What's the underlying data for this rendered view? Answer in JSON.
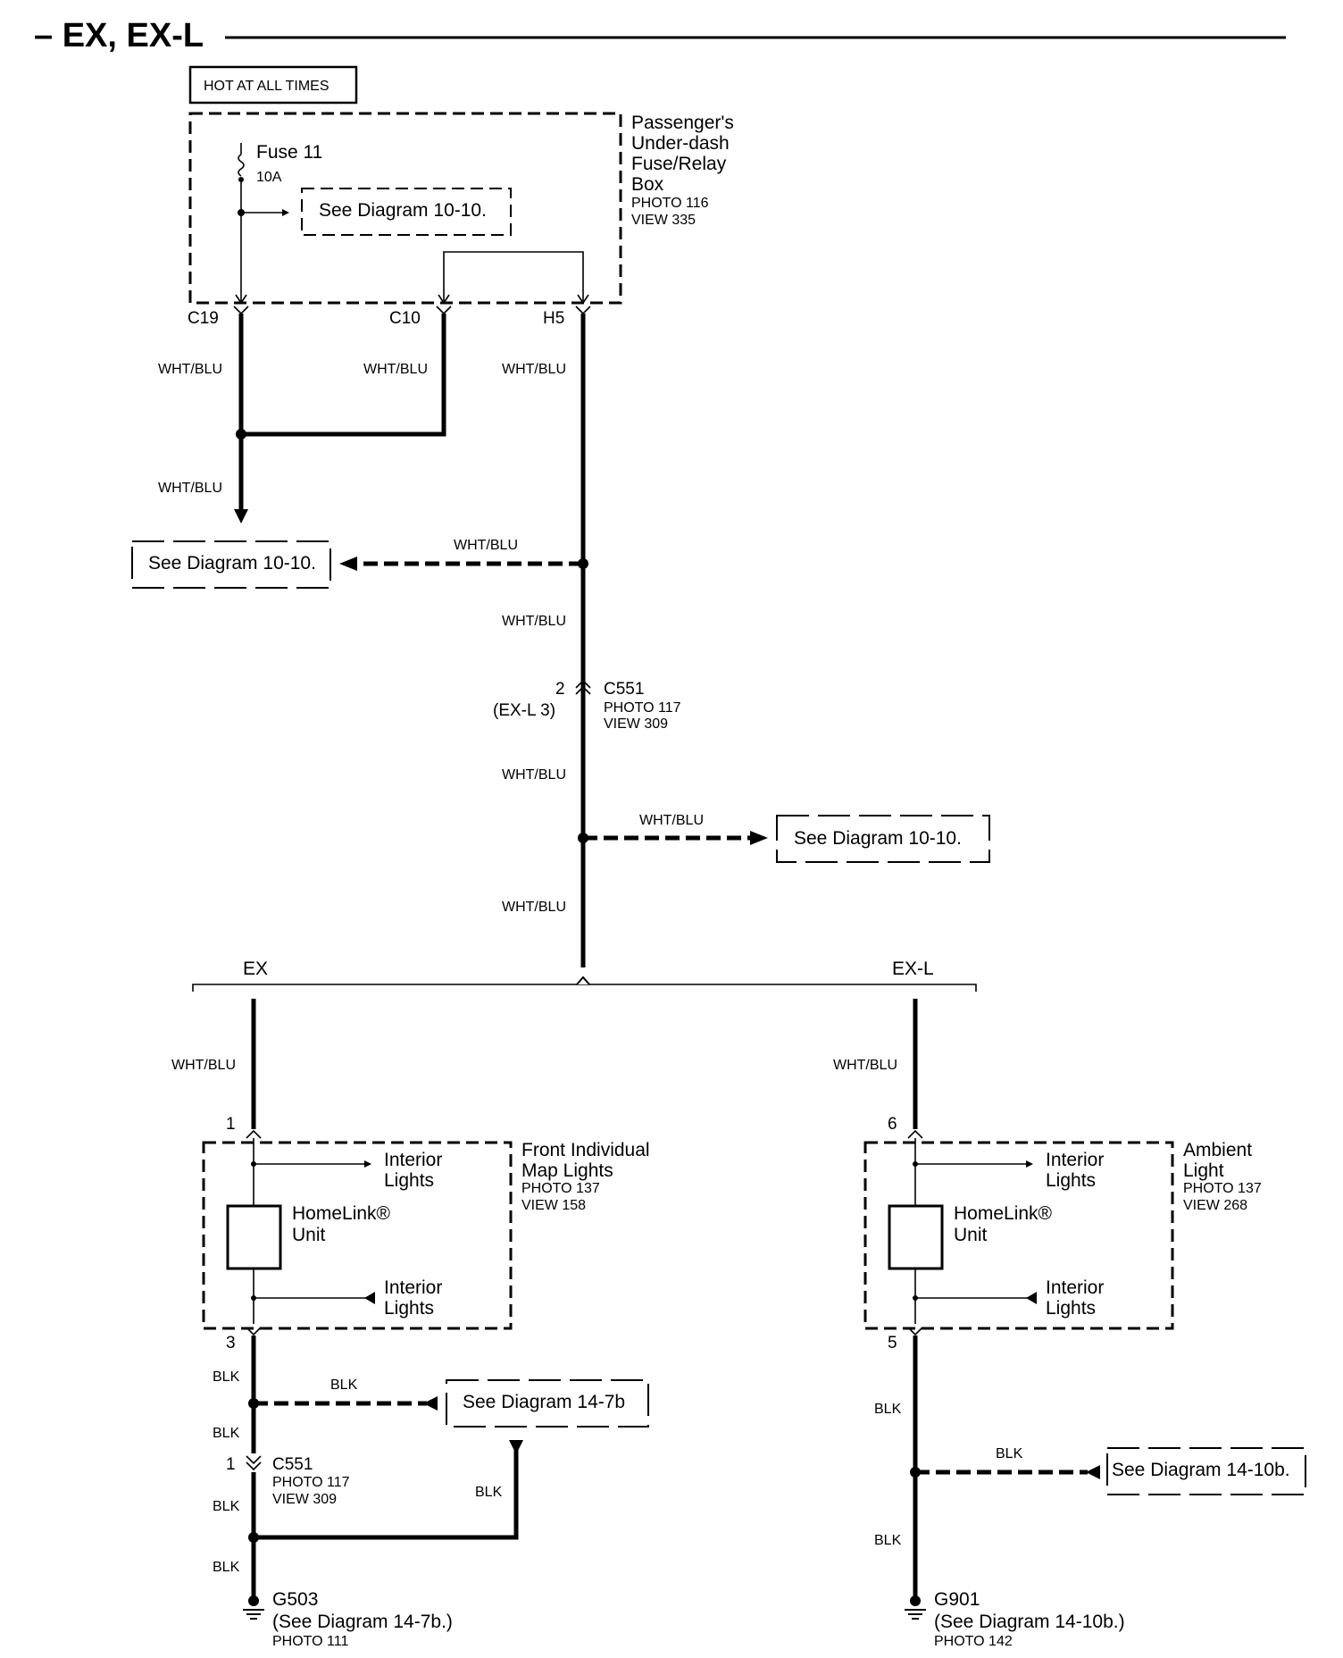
{
  "title": "– EX, EX-L",
  "hot_label": "HOT AT ALL TIMES",
  "fuse_box": {
    "name_lines": [
      "Passenger's",
      "Under-dash",
      "Fuse/Relay",
      "Box"
    ],
    "photo": "PHOTO 116",
    "view": "VIEW 335",
    "fuse_name": "Fuse 11",
    "fuse_rating": "10A",
    "see_ref": "See Diagram 10-10.",
    "terminals": [
      "C19",
      "C10",
      "H5"
    ]
  },
  "wire_colors": {
    "wht_blu": "WHT/BLU",
    "blk": "BLK"
  },
  "refs": {
    "left_10_10": "See Diagram 10-10.",
    "mid_10_10": "See Diagram 10-10.",
    "ex_14_7b": "See Diagram 14-7b",
    "exl_14_10b": "See Diagram 14-10b."
  },
  "connector_c551_top": {
    "pin": "2",
    "pin_alt": "(EX-L 3)",
    "name": "C551",
    "photo": "PHOTO 117",
    "view": "VIEW 309"
  },
  "branches": {
    "ex": "EX",
    "exl": "EX-L"
  },
  "ex_unit": {
    "pin_in": "1",
    "pin_out": "3",
    "name_lines": [
      "Front Individual",
      "Map Lights"
    ],
    "photo": "PHOTO 137",
    "view": "VIEW 158",
    "homelink": "HomeLink®",
    "unit": "Unit",
    "interior": "Interior",
    "lights": "Lights"
  },
  "exl_unit": {
    "pin_in": "6",
    "pin_out": "5",
    "name_lines": [
      "Ambient",
      "Light"
    ],
    "photo": "PHOTO 137",
    "view": "VIEW 268",
    "homelink": "HomeLink®",
    "unit": "Unit",
    "interior": "Interior",
    "lights": "Lights"
  },
  "connector_c551_bottom": {
    "pin": "1",
    "name": "C551",
    "photo": "PHOTO 117",
    "view": "VIEW 309"
  },
  "ground_ex": {
    "name": "G503",
    "see": "(See Diagram 14-7b.)",
    "photo": "PHOTO 111"
  },
  "ground_exl": {
    "name": "G901",
    "see": "(See Diagram 14-10b.)",
    "photo": "PHOTO 142"
  }
}
